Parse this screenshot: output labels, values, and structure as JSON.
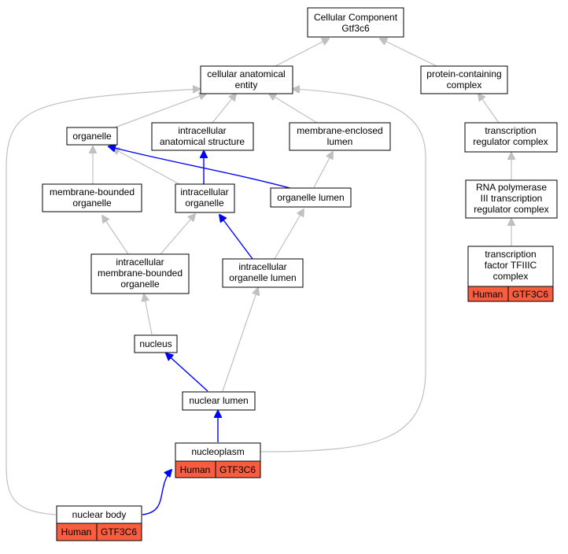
{
  "nodes": {
    "root": [
      "Cellular Component",
      "Gtf3c6"
    ],
    "cae": [
      "cellular anatomical",
      "entity"
    ],
    "pcc": [
      "protein-containing",
      "complex"
    ],
    "organelle": [
      "organelle"
    ],
    "ias": [
      "intracellular",
      "anatomical structure"
    ],
    "mel": [
      "membrane-enclosed",
      "lumen"
    ],
    "trc": [
      "transcription",
      "regulator complex"
    ],
    "mbo": [
      "membrane-bounded",
      "organelle"
    ],
    "io": [
      "intracellular",
      "organelle"
    ],
    "ol": [
      "organelle lumen"
    ],
    "rnap": [
      "RNA polymerase",
      "III transcription",
      "regulator complex"
    ],
    "imbo": [
      "intracellular",
      "membrane-bounded",
      "organelle"
    ],
    "iol": [
      "intracellular",
      "organelle lumen"
    ],
    "tf3c": [
      "transcription",
      "factor TFIIIC",
      "complex"
    ],
    "nucleus": [
      "nucleus"
    ],
    "nl": [
      "nuclear lumen"
    ],
    "np": [
      "nucleoplasm"
    ],
    "nb": [
      "nuclear body"
    ]
  },
  "tags": {
    "tf3c": [
      "Human",
      "GTF3C6"
    ],
    "np": [
      "Human",
      "GTF3C6"
    ],
    "nb": [
      "Human",
      "GTF3C6"
    ]
  },
  "colors": {
    "is_a_edge": "#c0c0c0",
    "part_of_edge": "#0000ff",
    "annotation_fill": "#f75d3e"
  }
}
